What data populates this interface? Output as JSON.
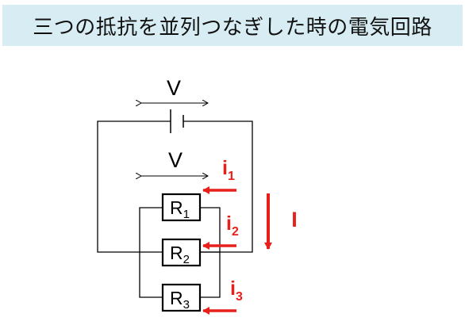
{
  "title": "三つの抵抗を並列つなぎした時の電気回路",
  "labels": {
    "battery_voltage": "V",
    "parallel_voltage": "V",
    "total_current": "I",
    "resistors": [
      {
        "main": "R",
        "sub": "1"
      },
      {
        "main": "R",
        "sub": "2"
      },
      {
        "main": "R",
        "sub": "3"
      }
    ],
    "branch_currents": [
      {
        "main": "i",
        "sub": "1"
      },
      {
        "main": "i",
        "sub": "2"
      },
      {
        "main": "i",
        "sub": "3"
      }
    ]
  },
  "colors": {
    "title_background": "#d8edf3",
    "current_red": "#e8201c",
    "wire": "#000000"
  }
}
